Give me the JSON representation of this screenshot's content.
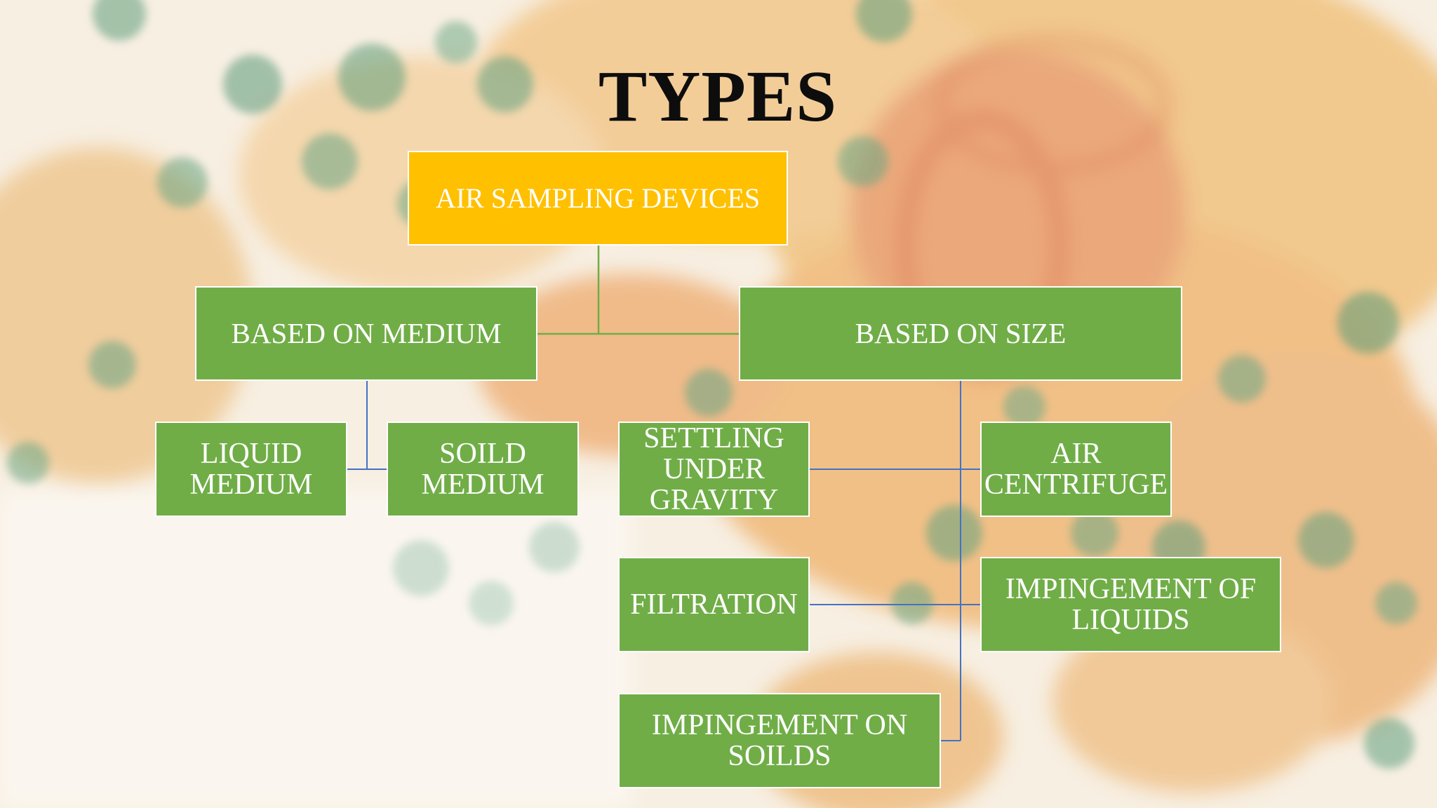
{
  "title": "TYPES",
  "colors": {
    "root_fill": "#ffc000",
    "node_fill": "#70ad47",
    "green_connector": "#70ad47",
    "blue_connector": "#4472c4",
    "node_text": "#ffffff",
    "title_text": "#0d0d0d"
  },
  "nodes": {
    "root": "AIR SAMPLING DEVICES",
    "medium": "BASED ON MEDIUM",
    "size": "BASED ON SIZE",
    "liquid": "LIQUID\nMEDIUM",
    "solid": "SOILD\nMEDIUM",
    "settling": "SETTLING\nUNDER\nGRAVITY",
    "centrifuge": "AIR\nCENTRIFUGE",
    "filtration": "FILTRATION",
    "impinge_liquids": "IMPINGEMENT OF\nLIQUIDS",
    "impinge_solids": "IMPINGEMENT ON\nSOILDS"
  }
}
